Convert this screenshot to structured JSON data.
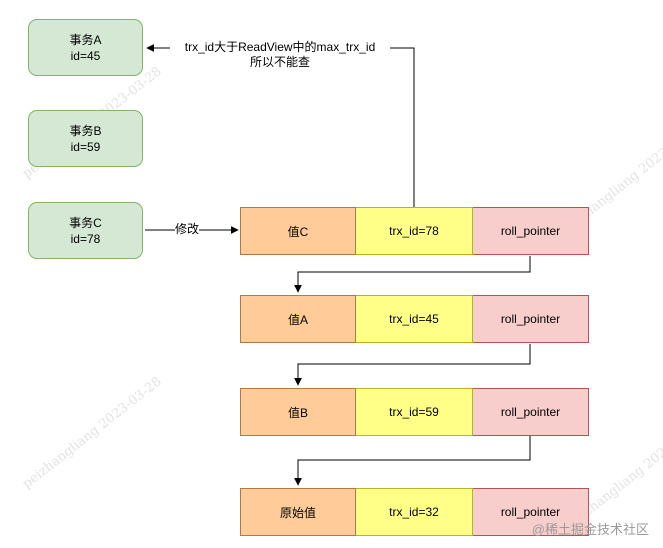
{
  "transactions": [
    {
      "name": "事务A",
      "id": "id=45"
    },
    {
      "name": "事务B",
      "id": "id=59"
    },
    {
      "name": "事务C",
      "id": "id=78"
    }
  ],
  "records": [
    {
      "value": "值C",
      "trx": "trx_id=78",
      "pointer": "roll_pointer"
    },
    {
      "value": "值A",
      "trx": "trx_id=45",
      "pointer": "roll_pointer"
    },
    {
      "value": "值B",
      "trx": "trx_id=59",
      "pointer": "roll_pointer"
    },
    {
      "value": "原始值",
      "trx": "trx_id=32",
      "pointer": "roll_pointer"
    }
  ],
  "edge_labels": {
    "modify": "修改",
    "note_line1": "trx_id大于ReadView中的max_trx_id",
    "note_line2": "所以不能查"
  },
  "watermark": {
    "text_a": "peizhangliang 2023-03-28",
    "text_b": "peizhangliang 2023"
  },
  "badge": "@稀土掘金技术社区",
  "colors": {
    "transaction_fill": "#d5e8d4",
    "transaction_border": "#82b366",
    "value_fill": "#ffcc99",
    "trx_fill": "#ffff88",
    "pointer_fill": "#f8cecc"
  }
}
